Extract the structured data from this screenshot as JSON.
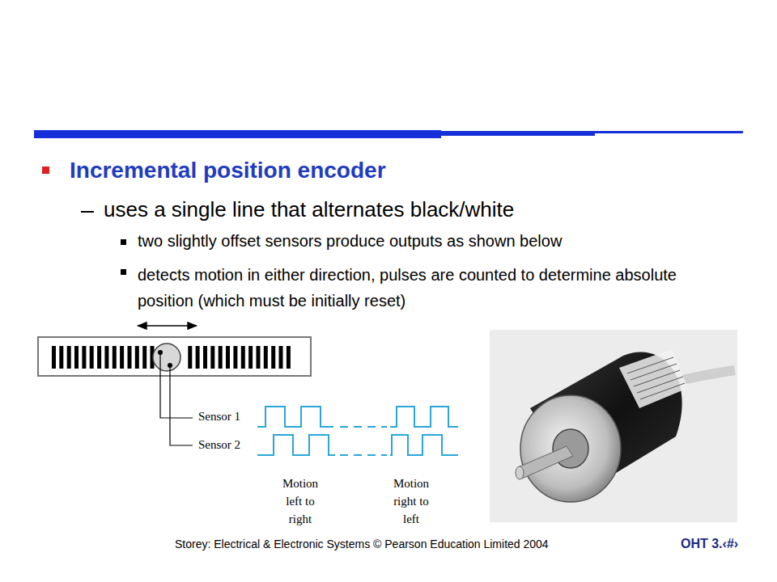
{
  "diagram": {
    "title": "Incremental position encoder",
    "labels": [
      "uses a single line that alternates black/white",
      "two slightly offset sensors produce outputs as shown below",
      "detects motion in either direction, pulses are counted to determine absolute position (which must be initially reset)",
      "Sensor 1",
      "Sensor 2",
      "Motion left to right",
      "Motion right to left",
      "Storey: Electrical & Electronic Systems © Pearson Education Limited 2004",
      "OHT 3.‹#›"
    ]
  }
}
